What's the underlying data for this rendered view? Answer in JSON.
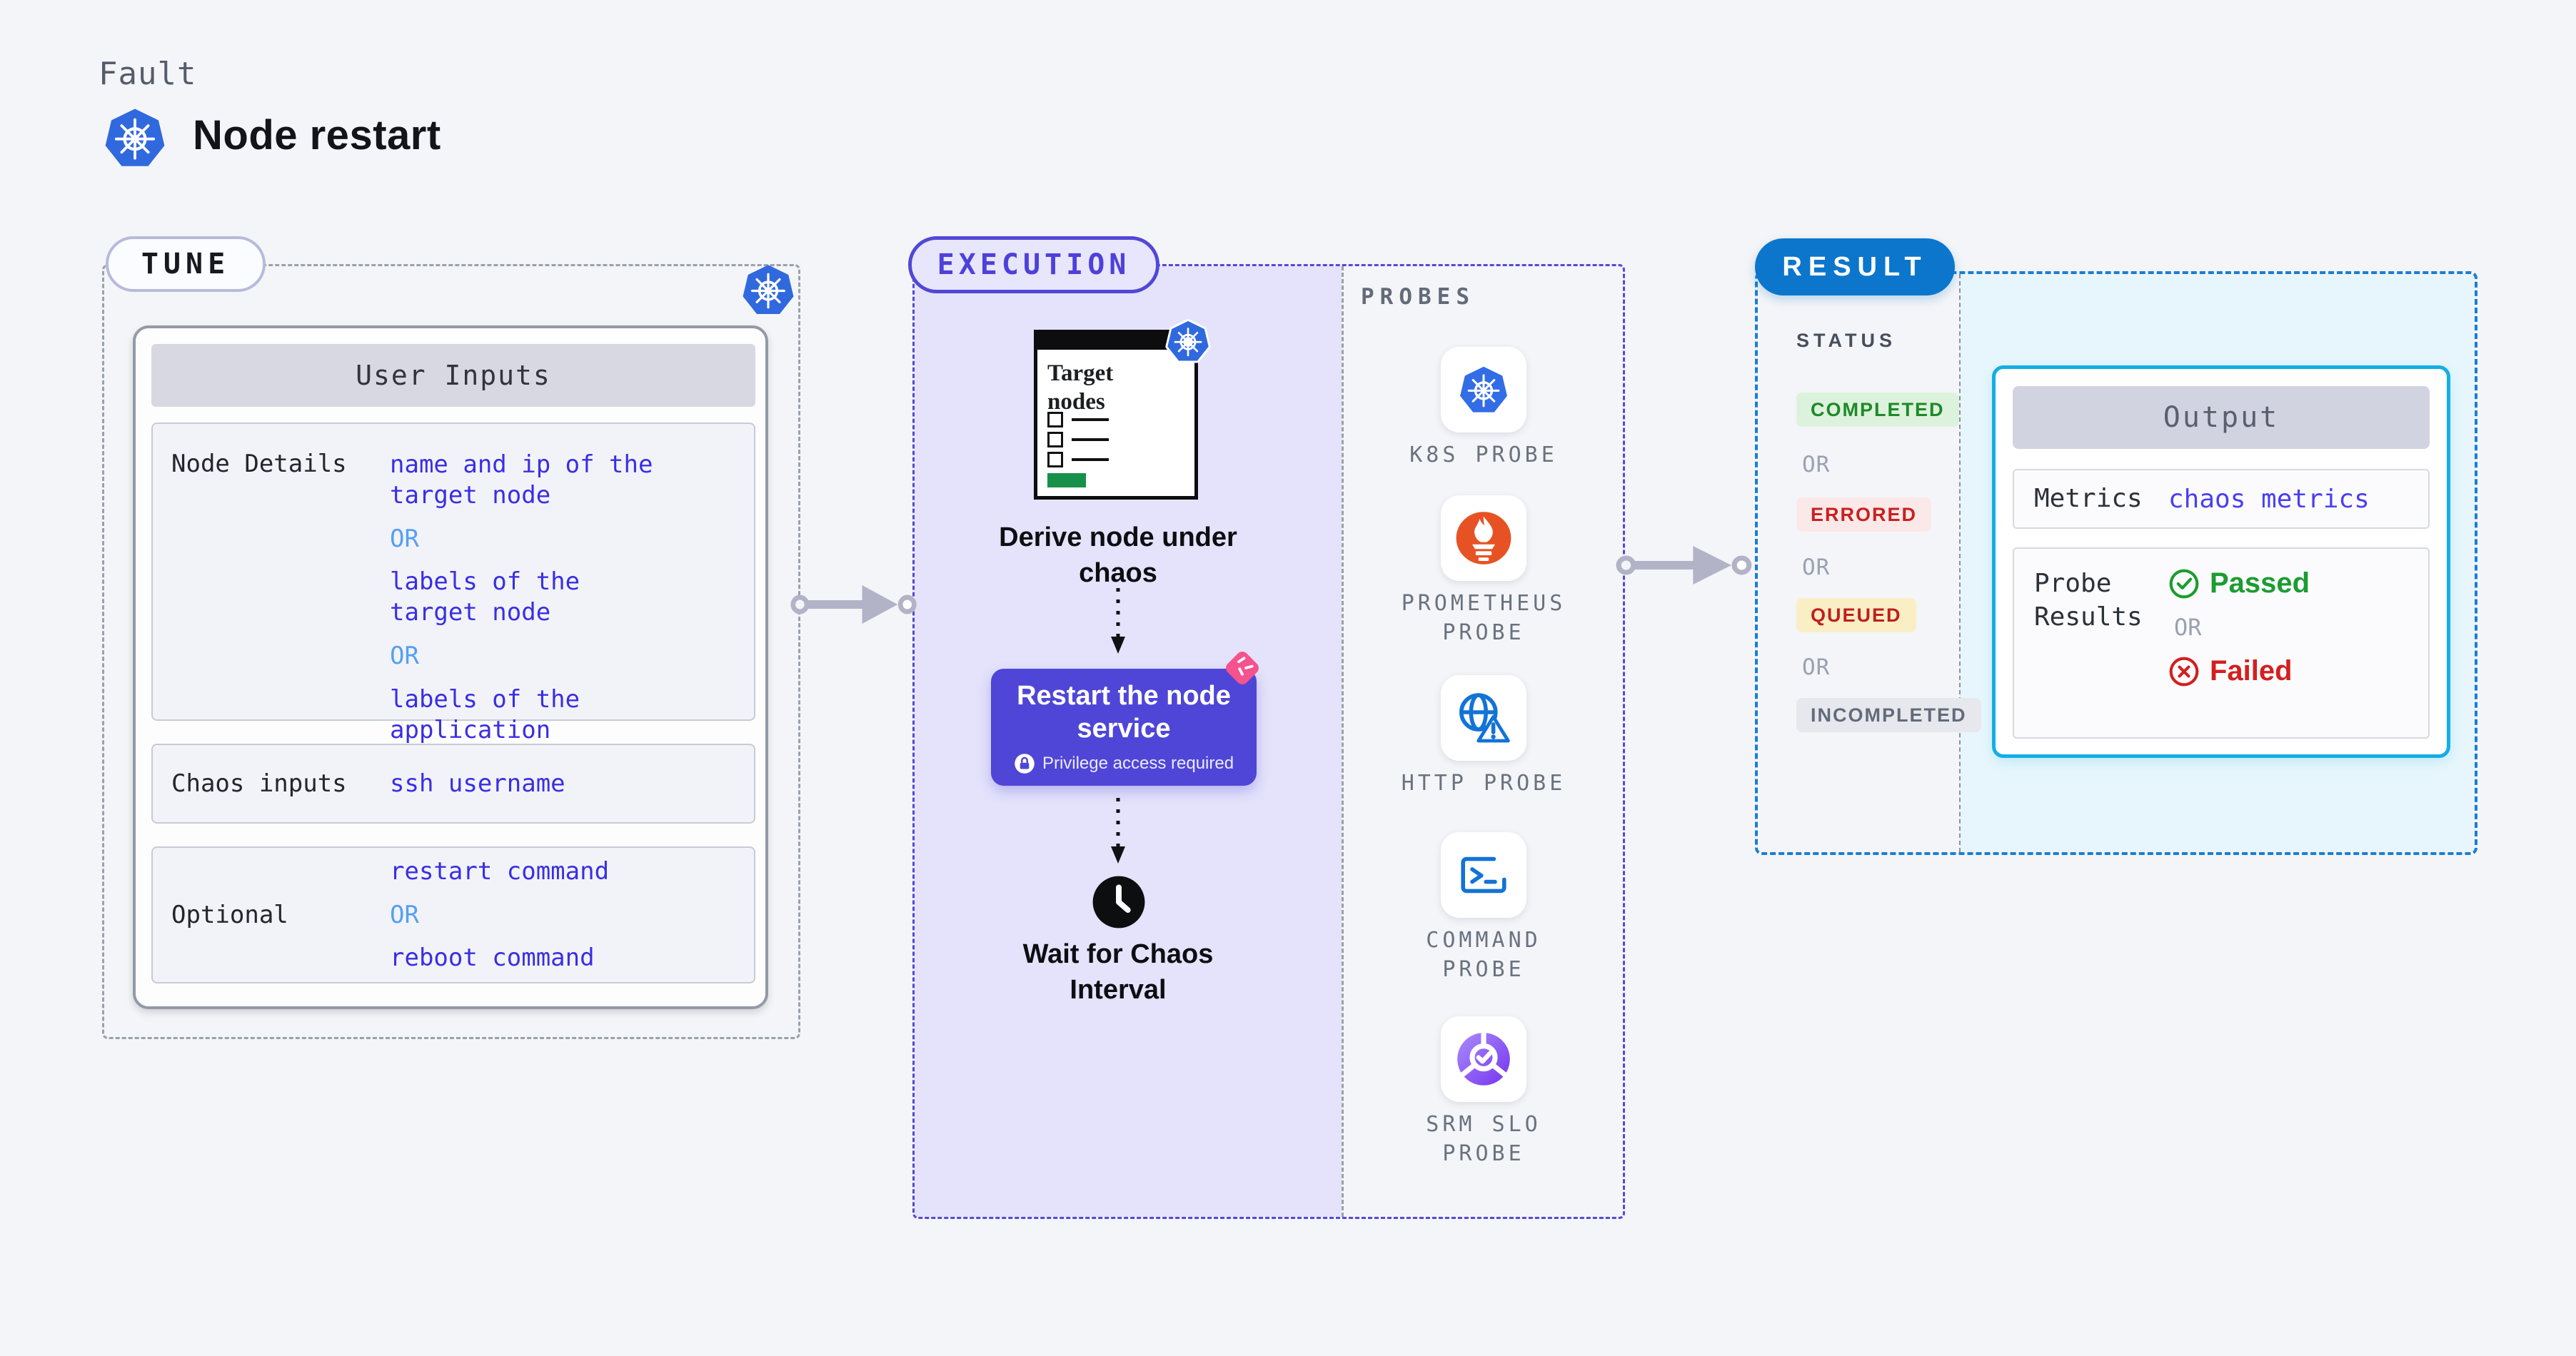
{
  "header": {
    "eyebrow": "Fault",
    "title": "Node restart",
    "logo_icon": "kubernetes-icon"
  },
  "tune": {
    "pill": "TUNE",
    "corner_icon": "kubernetes-icon",
    "table": {
      "header": "User Inputs",
      "row1": {
        "label": "Node Details",
        "v1": "name and ip of the\ntarget node",
        "or1": "OR",
        "v2": "labels of the\ntarget node",
        "or2": "OR",
        "v3": "labels of the application\nscheduled on target node"
      },
      "row2": {
        "label": "Chaos inputs",
        "v1": "ssh username"
      },
      "row3": {
        "label": "Optional",
        "v1": "restart command",
        "or1": "OR",
        "v2": "reboot command"
      }
    }
  },
  "execution": {
    "pill": "EXECUTION",
    "target_card": {
      "title": "Target\nnodes",
      "badge_icon": "kubernetes-icon"
    },
    "step1": "Derive node under\nchaos",
    "button": {
      "title": "Restart the node\nservice",
      "note": "Privilege access required",
      "lock_icon": "lock-icon",
      "badge_icon": "chaos-badge-icon"
    },
    "step3_icon": "clock-icon",
    "step3": "Wait for Chaos\nInterval"
  },
  "probes": {
    "heading": "PROBES",
    "items": [
      {
        "label": "K8S PROBE",
        "icon": "kubernetes-icon"
      },
      {
        "label": "PROMETHEUS\nPROBE",
        "icon": "prometheus-icon"
      },
      {
        "label": "HTTP PROBE",
        "icon": "http-globe-icon"
      },
      {
        "label": "COMMAND\nPROBE",
        "icon": "terminal-icon"
      },
      {
        "label": "SRM SLO\nPROBE",
        "icon": "slo-gauge-icon"
      }
    ]
  },
  "result": {
    "pill": "RESULT",
    "status": {
      "heading": "STATUS",
      "completed": "COMPLETED",
      "or": "OR",
      "errored": "ERRORED",
      "queued": "QUEUED",
      "incompleted": "INCOMPLETED"
    },
    "output": {
      "header": "Output",
      "metrics_label": "Metrics",
      "metrics_value": "chaos metrics",
      "probe_label": "Probe\nResults",
      "passed": "Passed",
      "or": "OR",
      "failed": "Failed",
      "passed_icon": "check-circle-icon",
      "failed_icon": "x-circle-icon"
    }
  },
  "colors": {
    "page_bg": "#f4f5f8",
    "k8s_blue": "#3069de",
    "accent_indigo": "#5247d6",
    "execution_panel": "#e4e3fb",
    "button_indigo": "#4f46d7",
    "badge_pink": "#f5538d",
    "value_blue": "#3a2ee4",
    "or_blue": "#55a0f2",
    "result_blue": "#0b76cc",
    "result_panel_cyan": "#e7f6fc",
    "output_border_cyan": "#14aee4",
    "prometheus_orange": "#e75225",
    "probe_icon_blue": "#1373d6",
    "slo_purple": "#7c3bed",
    "target_green": "#17904a",
    "passed_green": "#1c9c31",
    "failed_red": "#d41f1f",
    "completed_bg": "#ddf2dc",
    "completed_fg": "#1d8a28",
    "errored_bg": "#fbe9e9",
    "errored_fg": "#c9201f",
    "queued_bg": "#faeec5",
    "queued_fg": "#bf1f1d",
    "incompleted_bg": "#e7e8ee",
    "incompleted_fg": "#636b7a"
  }
}
